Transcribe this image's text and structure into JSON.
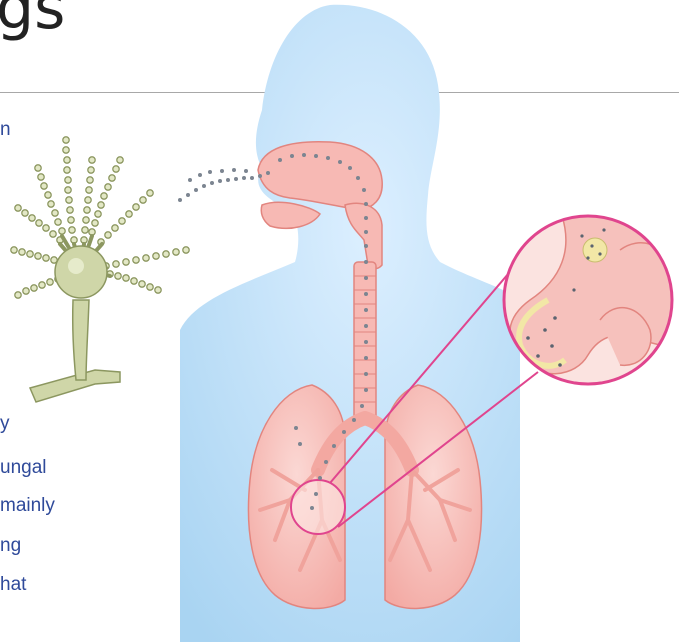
{
  "heading": {
    "text": "gs"
  },
  "body_text": {
    "top_fragment": "n",
    "lines": [
      "y",
      "ungal",
      "mainly",
      "ng",
      "hat"
    ]
  },
  "colors": {
    "body": "#bfe0f6",
    "body_light": "#dcefff",
    "airway": "#f7b9b4",
    "airway_stroke": "#e2857f",
    "inset_ring": "#e0458e",
    "fungus": "#cfd6a8",
    "fungus_stroke": "#8c9760",
    "spores": "#7c8591",
    "text": "#2f4a9a"
  }
}
